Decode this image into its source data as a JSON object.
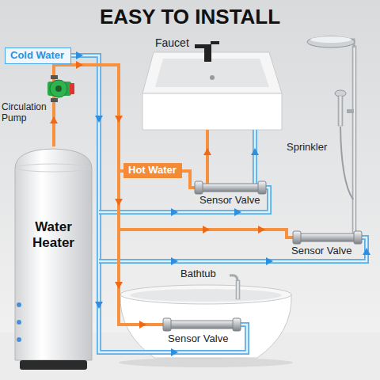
{
  "diagram": {
    "title": "EASY TO INSTALL",
    "nodes": [
      {
        "text": [
          "Cold Water"
        ]
      },
      {
        "text": [
          "Hot Water"
        ]
      },
      {
        "text": [
          "Water Heater"
        ]
      }
    ],
    "labels": [
      "Faucet",
      "Circulation Pump",
      "Sprinkler",
      "Sensor Valve",
      "Sensor Valve",
      "Bathtub",
      "Sensor Valve"
    ]
  }
}
